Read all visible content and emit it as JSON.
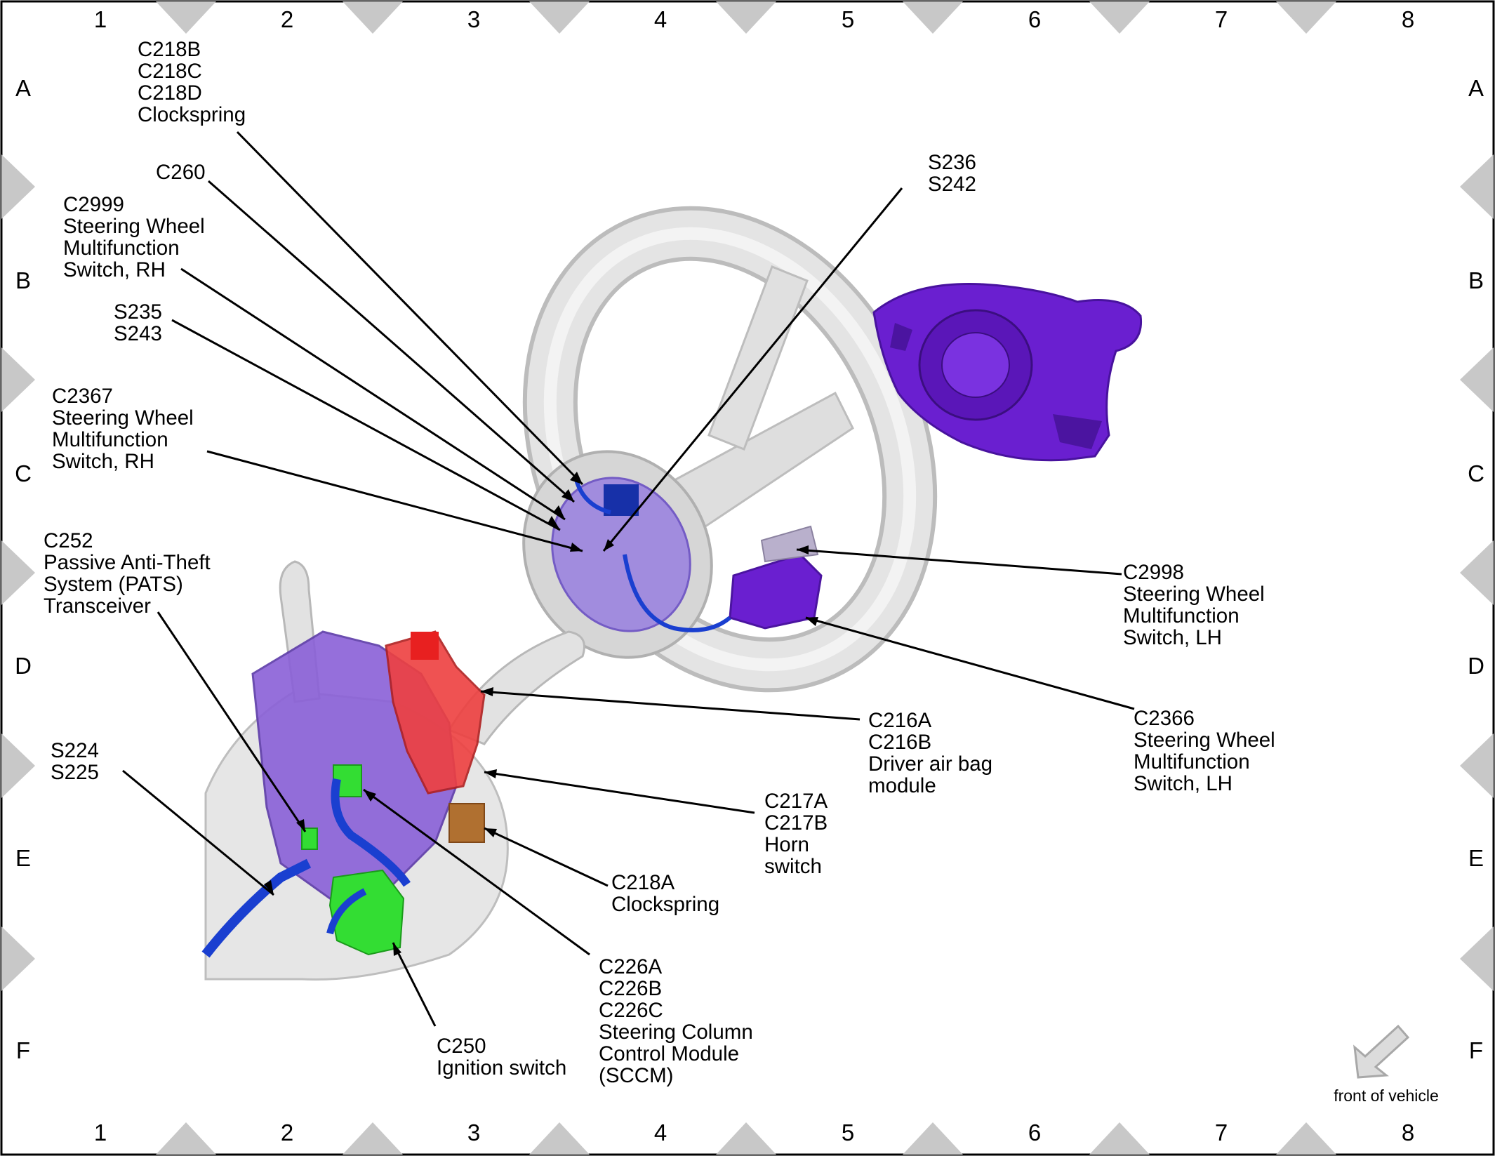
{
  "grid": {
    "columns": [
      "1",
      "2",
      "3",
      "4",
      "5",
      "6",
      "7",
      "8"
    ],
    "rows": [
      "A",
      "B",
      "C",
      "D",
      "E",
      "F"
    ]
  },
  "callouts": [
    {
      "id": "c218b",
      "lines": [
        "C218B",
        "C218C",
        "C218D",
        "Clockspring"
      ]
    },
    {
      "id": "c260",
      "lines": [
        "C260"
      ]
    },
    {
      "id": "c2999",
      "lines": [
        "C2999",
        "Steering Wheel",
        "Multifunction",
        "Switch, RH"
      ]
    },
    {
      "id": "s235",
      "lines": [
        "S235",
        "S243"
      ]
    },
    {
      "id": "c2367",
      "lines": [
        "C2367",
        "Steering Wheel",
        "Multifunction",
        "Switch, RH"
      ]
    },
    {
      "id": "c252",
      "lines": [
        "C252",
        "Passive Anti-Theft",
        "System (PATS)",
        "Transceiver"
      ]
    },
    {
      "id": "s224",
      "lines": [
        "S224",
        "S225"
      ]
    },
    {
      "id": "s236",
      "lines": [
        "S236",
        "S242"
      ]
    },
    {
      "id": "c2998",
      "lines": [
        "C2998",
        "Steering Wheel",
        "Multifunction",
        "Switch, LH"
      ]
    },
    {
      "id": "c2366",
      "lines": [
        "C2366",
        "Steering Wheel",
        "Multifunction",
        "Switch, LH"
      ]
    },
    {
      "id": "c216a",
      "lines": [
        "C216A",
        "C216B",
        "Driver air bag",
        "module"
      ]
    },
    {
      "id": "c217a",
      "lines": [
        "C217A",
        "C217B",
        "Horn",
        "switch"
      ]
    },
    {
      "id": "c218a",
      "lines": [
        "C218A",
        "Clockspring"
      ]
    },
    {
      "id": "c226a",
      "lines": [
        "C226A",
        "C226B",
        "C226C",
        "Steering Column",
        "Control Module",
        "(SCCM)"
      ]
    },
    {
      "id": "c250",
      "lines": [
        "C250",
        "Ignition switch"
      ]
    }
  ],
  "orientation": {
    "label": "front of vehicle",
    "icon": "arrow-icon"
  },
  "colors": {
    "airbag": "#6a1fd0",
    "wheel": "#d9d9d9",
    "clockspring": "#e83030",
    "module": "#33dd33",
    "harness": "#1a3fd0",
    "sccm": "#8a60d8",
    "frame_marker": "#c8c8c8"
  }
}
